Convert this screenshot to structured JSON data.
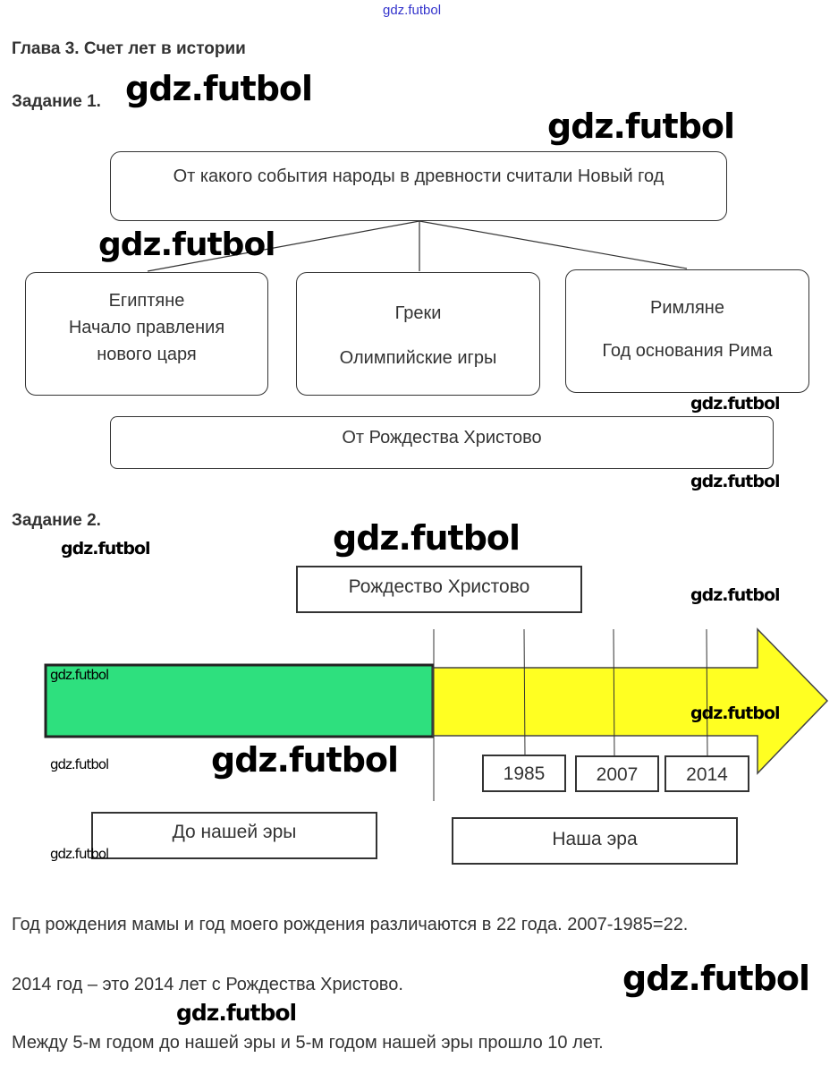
{
  "site_link": "gdz.futbol",
  "chapter_title": "Глава 3. Счет лет в истории",
  "task1": {
    "title": "Задание 1.",
    "question": "От какого события народы в древности считали Новый год",
    "peoples": [
      {
        "name": "Египтяне",
        "answer": "Начало правления нового царя"
      },
      {
        "name": "Греки",
        "answer": "Олимпийские игры"
      },
      {
        "name": "Римляне",
        "answer": "Год основания Рима"
      }
    ],
    "modern": "От Рождества Христово"
  },
  "task2": {
    "title": "Задание 2.",
    "event": "Рождество Христово",
    "years": [
      "1985",
      "2007",
      "2014"
    ],
    "bc": "До нашей эры",
    "ad": "Наша эра",
    "colors": {
      "bc": "#2ee07e",
      "ad": "#ffff22"
    }
  },
  "answers": [
    "Год рождения мамы и год моего рождения различаются в 22 года. 2007-1985=22.",
    "2014 год – это 2014 лет с Рождества Христово.",
    "Между 5-м годом до нашей эры и 5-м годом нашей эры прошло 10 лет."
  ],
  "watermark": "gdz.futbol"
}
